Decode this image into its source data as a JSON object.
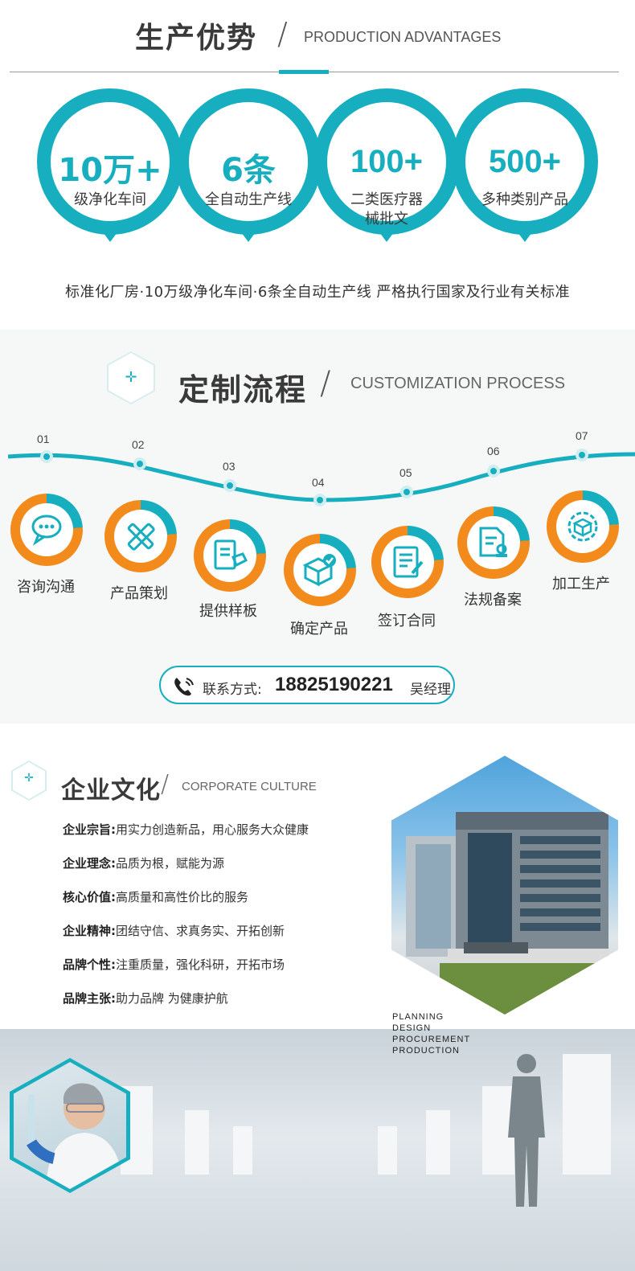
{
  "advantages": {
    "title": "生产优势",
    "subtitle_en": "PRODUCTION ADVANTAGES",
    "stats": [
      {
        "number": "10万+",
        "label": "级净化车间"
      },
      {
        "number": "6条",
        "label": "全自动生产线"
      },
      {
        "number": "100+",
        "label": "二类医疗器械批文"
      },
      {
        "number": "500+",
        "label": "多种类别产品"
      }
    ],
    "caption": "标准化厂房·10万级净化车间·6条全自动生产线 严格执行国家及行业有关标准",
    "accent_color": "#17afbf"
  },
  "process": {
    "title": "定制流程",
    "subtitle_en": "CUSTOMIZATION PROCESS",
    "steps": [
      {
        "num": "01",
        "label": "咨询沟通",
        "icon": "chat-bubble-icon"
      },
      {
        "num": "02",
        "label": "产品策划",
        "icon": "ruler-pencil-icon"
      },
      {
        "num": "03",
        "label": "提供样板",
        "icon": "document-box-icon"
      },
      {
        "num": "04",
        "label": "确定产品",
        "icon": "box-check-icon"
      },
      {
        "num": "05",
        "label": "签订合同",
        "icon": "contract-pen-icon"
      },
      {
        "num": "06",
        "label": "法规备案",
        "icon": "document-stamp-icon"
      },
      {
        "num": "07",
        "label": "加工生产",
        "icon": "gear-box-icon"
      }
    ],
    "ring_colors": {
      "primary": "#f28a1c",
      "secondary": "#17afbf"
    },
    "contact": {
      "label": "联系方式:",
      "phone": "18825190221",
      "manager": "吴经理"
    }
  },
  "culture": {
    "title": "企业文化",
    "subtitle_en": "CORPORATE CULTURE",
    "items": [
      {
        "key": "企业宗旨:",
        "value": "用实力创造新品，用心服务大众健康"
      },
      {
        "key": "企业理念:",
        "value": "品质为根，赋能为源"
      },
      {
        "key": "核心价值:",
        "value": "高质量和高性价比的服务"
      },
      {
        "key": "企业精神:",
        "value": "团结守信、求真务实、开拓创新"
      },
      {
        "key": "品牌个性:",
        "value": "注重质量，强化科研，开拓市场"
      },
      {
        "key": "品牌主张:",
        "value": "助力品牌 为健康护航"
      }
    ],
    "tags": [
      "PLANNING",
      "DESIGN",
      "PROCUREMENT",
      "PRODUCTION"
    ]
  }
}
